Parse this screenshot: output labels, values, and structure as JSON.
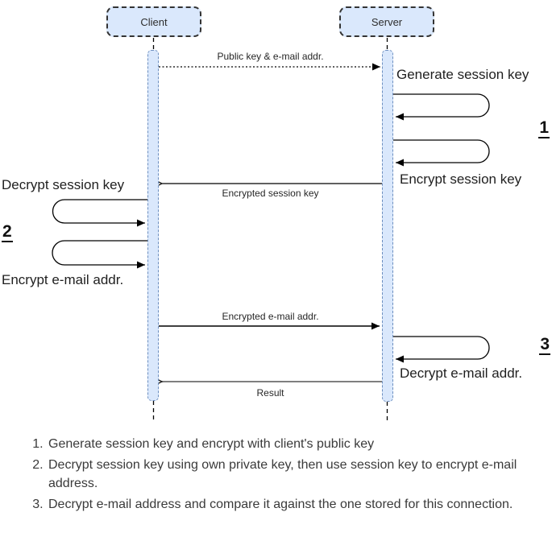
{
  "diagram": {
    "actors": [
      {
        "label": "Client"
      },
      {
        "label": "Server"
      }
    ],
    "messages": [
      {
        "label": "Public key & e-mail addr."
      },
      {
        "label": "Encrypted session key"
      },
      {
        "label": "Encrypted e-mail addr."
      },
      {
        "label": "Result"
      }
    ],
    "actions": [
      {
        "label": "Generate session key"
      },
      {
        "label": "Encrypt session key"
      },
      {
        "label": "Decrypt session key"
      },
      {
        "label": "Encrypt e-mail addr."
      },
      {
        "label": "Decrypt e-mail addr."
      }
    ],
    "step_markers": [
      {
        "label": "1"
      },
      {
        "label": "2"
      },
      {
        "label": "3"
      }
    ],
    "colors": {
      "shape_fill": "#dae8fc",
      "shape_border": "#6c8ebf",
      "actor_border": "#333333",
      "line": "#000000"
    }
  },
  "notes": {
    "items": [
      {
        "text": "Generate session key and encrypt with client's public key"
      },
      {
        "text": "Decrypt session key using own private key, then use session key to encrypt e-mail address."
      },
      {
        "text": "Decrypt e-mail address and compare it against the one stored for this connection."
      }
    ]
  }
}
